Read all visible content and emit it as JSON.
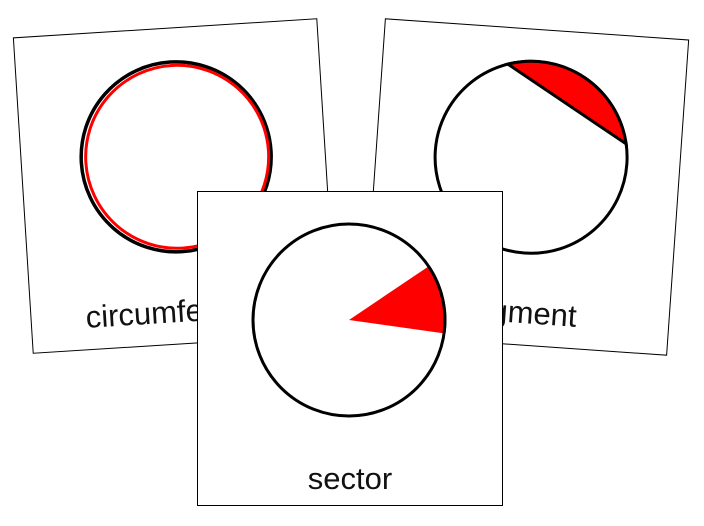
{
  "colors": {
    "accent": "#ff0000",
    "outline": "#000000",
    "card": "#ffffff"
  },
  "cards": [
    {
      "label": "circumference",
      "highlight": "circumference"
    },
    {
      "label": "segment",
      "highlight": "segment"
    },
    {
      "label": "sector",
      "highlight": "sector"
    }
  ]
}
